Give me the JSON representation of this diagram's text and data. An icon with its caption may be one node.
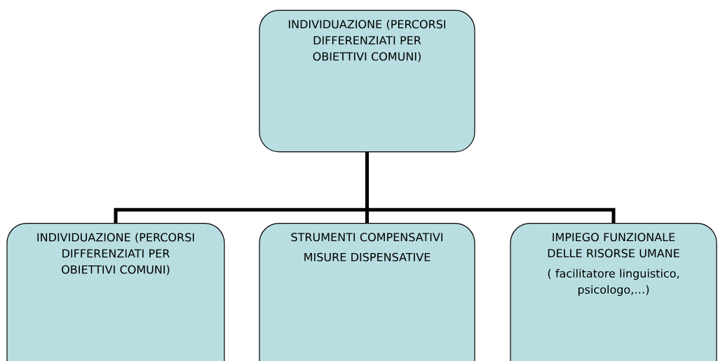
{
  "diagram": {
    "nodes": [
      {
        "text": [
          "INDIVIDUAZIONE (PERCORSI DIFFERENZIATI PER OBIETTIVI COMUNI)"
        ]
      },
      {
        "text": [
          "INDIVIDUAZIONE (PERCORSI DIFFERENZIATI PER OBIETTIVI COMUNI)"
        ]
      },
      {
        "text": [
          "STRUMENTI COMPENSATIVI",
          "MISURE DISPENSATIVE"
        ]
      },
      {
        "text": [
          "IMPIEGO FUNZIONALE DELLE RISORSE UMANE",
          "( facilitatore linguistico, psicologo,…)"
        ]
      }
    ],
    "edges": [
      {
        "from": 0,
        "to": 1,
        "arrow": "none"
      },
      {
        "from": 0,
        "to": 2,
        "arrow": "none"
      },
      {
        "from": 0,
        "to": 3,
        "arrow": "none"
      }
    ]
  }
}
